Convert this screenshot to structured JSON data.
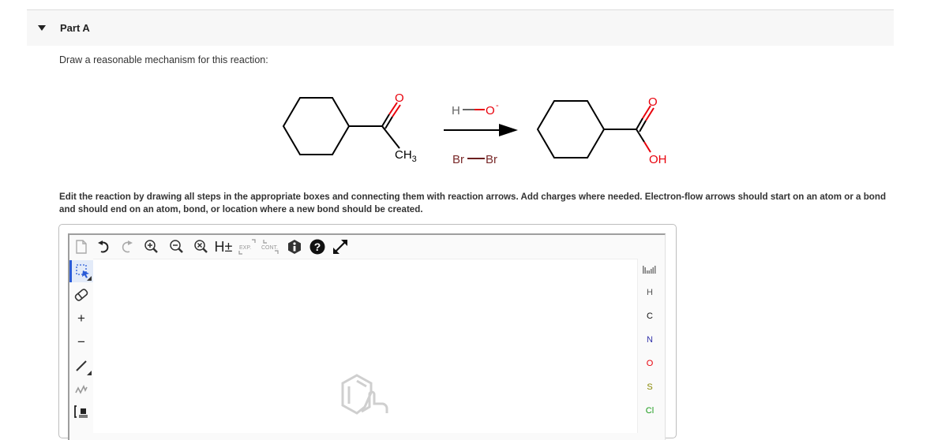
{
  "part": {
    "title": "Part A",
    "expanded": true
  },
  "prompt": "Draw a reasonable mechanism for this reaction:",
  "reaction": {
    "reactant": {
      "name": "cyclohexyl methyl ketone",
      "labels": {
        "oxygen": "O",
        "methyl": "CH",
        "methyl_sub": "3"
      }
    },
    "reagents": {
      "above": {
        "h": "H",
        "o": "O",
        "charge": "-"
      },
      "below": {
        "br1": "Br",
        "br2": "Br"
      }
    },
    "product": {
      "name": "cyclohexanecarboxylic acid",
      "labels": {
        "oxygen": "O",
        "hydroxyl": "OH"
      }
    },
    "colors": {
      "bond": "#000000",
      "oxygen": "#e8000b",
      "hydrogen": "#666666",
      "bromine": "#7a2a2a",
      "br_bond": "#6b1f1f"
    }
  },
  "instructions": "Edit the reaction by drawing all steps in the appropriate boxes and connecting them with reaction arrows. Add charges where needed. Electron-flow arrows should start on an atom or a bond and should end on an atom, bond, or location where a new bond should be created.",
  "editor": {
    "toolbar": [
      {
        "id": "new",
        "icon": "new-document-icon"
      },
      {
        "id": "undo",
        "icon": "undo-icon"
      },
      {
        "id": "redo",
        "icon": "redo-icon"
      },
      {
        "id": "zoom-in",
        "icon": "zoom-in-icon"
      },
      {
        "id": "zoom-out",
        "icon": "zoom-out-icon"
      },
      {
        "id": "zoom-reset",
        "icon": "zoom-reset-icon"
      },
      {
        "id": "hydrogens",
        "icon": "hydrogens-toggle-icon",
        "label": "H±"
      },
      {
        "id": "expand",
        "icon": "expand-icon",
        "label": "EXP."
      },
      {
        "id": "contract",
        "icon": "contract-icon",
        "label": "CONT."
      },
      {
        "id": "info",
        "icon": "info-icon"
      },
      {
        "id": "help",
        "icon": "help-icon",
        "label": "?"
      },
      {
        "id": "fullscreen",
        "icon": "fullscreen-icon"
      }
    ],
    "left_tools": [
      {
        "id": "select",
        "icon": "selection-icon",
        "active": true
      },
      {
        "id": "erase",
        "icon": "eraser-icon"
      },
      {
        "id": "positive-charge",
        "icon": "plus-charge-icon",
        "label": "+"
      },
      {
        "id": "negative-charge",
        "icon": "minus-charge-icon",
        "label": "−"
      },
      {
        "id": "bond",
        "icon": "single-bond-icon"
      },
      {
        "id": "chain",
        "icon": "chain-icon"
      },
      {
        "id": "bracket",
        "icon": "bracket-icon"
      }
    ],
    "atoms": [
      {
        "symbol": "H",
        "color": "#555555"
      },
      {
        "symbol": "C",
        "color": "#111111"
      },
      {
        "symbol": "N",
        "color": "#3333aa"
      },
      {
        "symbol": "O",
        "color": "#e8000b"
      },
      {
        "symbol": "S",
        "color": "#888800"
      },
      {
        "symbol": "Cl",
        "color": "#1a9a1a"
      }
    ],
    "periodic_table_icon": "periodic-table-icon"
  }
}
